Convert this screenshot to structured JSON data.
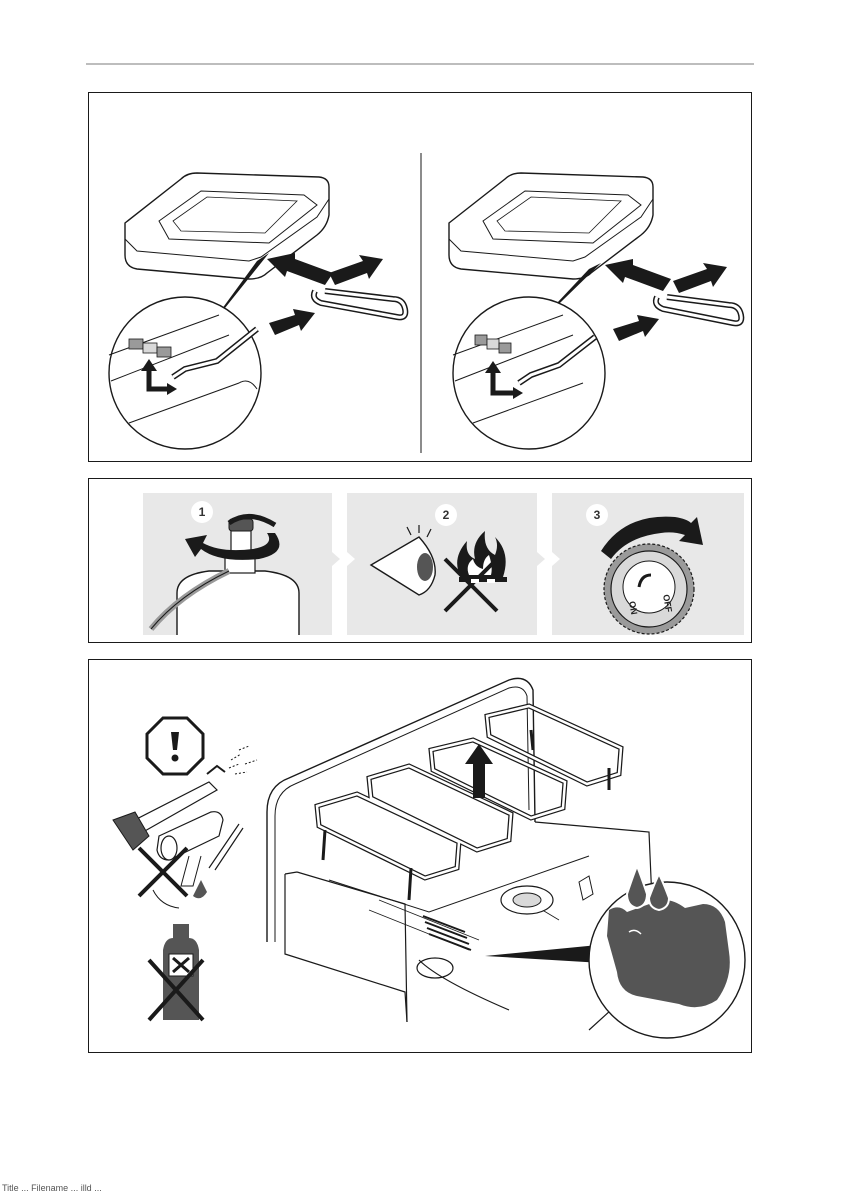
{
  "steps": [
    {
      "number": "1"
    },
    {
      "number": "2"
    },
    {
      "number": "3"
    }
  ],
  "knob": {
    "on_label": "ON",
    "off_label": "OFF"
  },
  "footer": {
    "text": "Title ... Filename ... illd ..."
  },
  "colors": {
    "line": "#1a1a1a",
    "step_background": "#e8e8e8",
    "dark_fill": "#555555",
    "mid_gray": "#9a9a9a",
    "light_gray": "#d9d9d9"
  },
  "icons": [
    "tray-icon",
    "hook-icon",
    "arrow-icon",
    "magnifier-circle",
    "gas-cartridge-icon",
    "eye-icon",
    "no-open-flame-icon",
    "control-knob-icon",
    "warning-icon",
    "no-pressure-washer-icon",
    "no-solvent-icon",
    "damp-cloth-icon",
    "pan-support-icon"
  ]
}
